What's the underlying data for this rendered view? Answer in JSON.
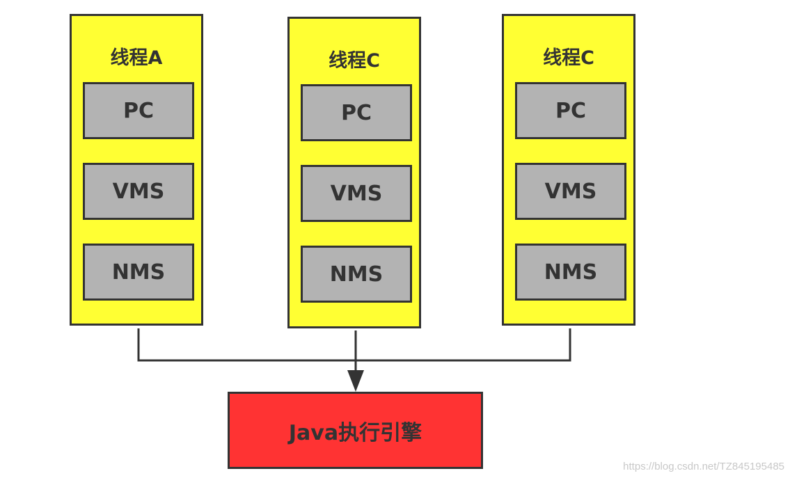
{
  "threads": [
    {
      "title": "线程A",
      "slots": [
        "PC",
        "VMS",
        "NMS"
      ]
    },
    {
      "title": "线程C",
      "slots": [
        "PC",
        "VMS",
        "NMS"
      ]
    },
    {
      "title": "线程C",
      "slots": [
        "PC",
        "VMS",
        "NMS"
      ]
    }
  ],
  "engine": {
    "label": "Java执行引擎"
  },
  "watermark": "https://blog.csdn.net/TZ845195485",
  "colors": {
    "thread_fill": "#ffff33",
    "slot_fill": "#b3b3b3",
    "engine_fill": "#ff3333",
    "stroke": "#333333"
  }
}
